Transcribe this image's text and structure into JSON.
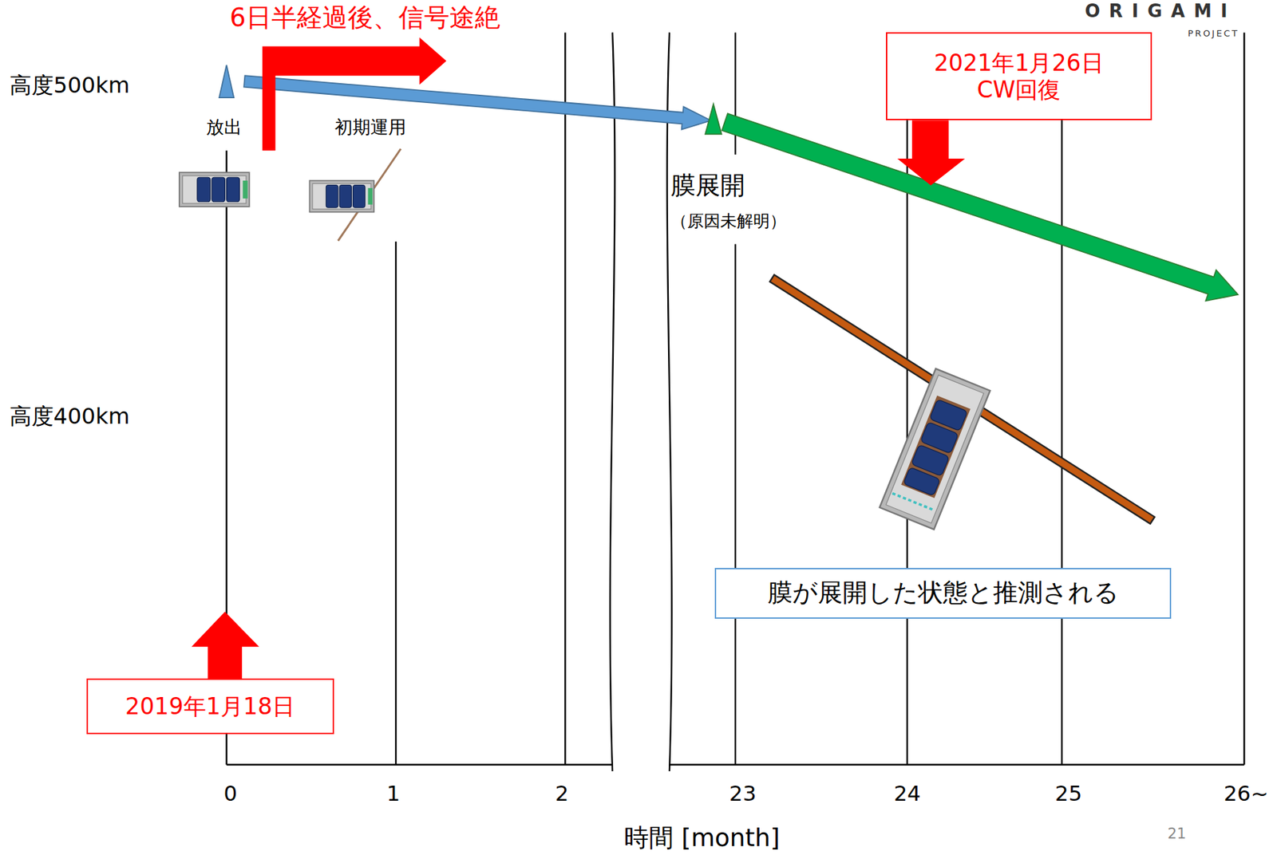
{
  "diagram": {
    "nodes": [
      {
        "text": [
          "2021年1月26日 CW回復"
        ]
      },
      {
        "text": [
          "膜が展開した状態と推測される"
        ]
      },
      {
        "text": [
          "2019年1月18日"
        ]
      }
    ],
    "labels": [
      "6日半経過後、信号途絶",
      "ORIGAMI",
      "PROJECT",
      "高度500km",
      "放出",
      "初期運用",
      "膜展開",
      "（原因未解明）",
      "高度400km",
      "0",
      "1",
      "2",
      "23",
      "24",
      "25",
      "26~",
      "時間 [month]",
      "21"
    ]
  }
}
